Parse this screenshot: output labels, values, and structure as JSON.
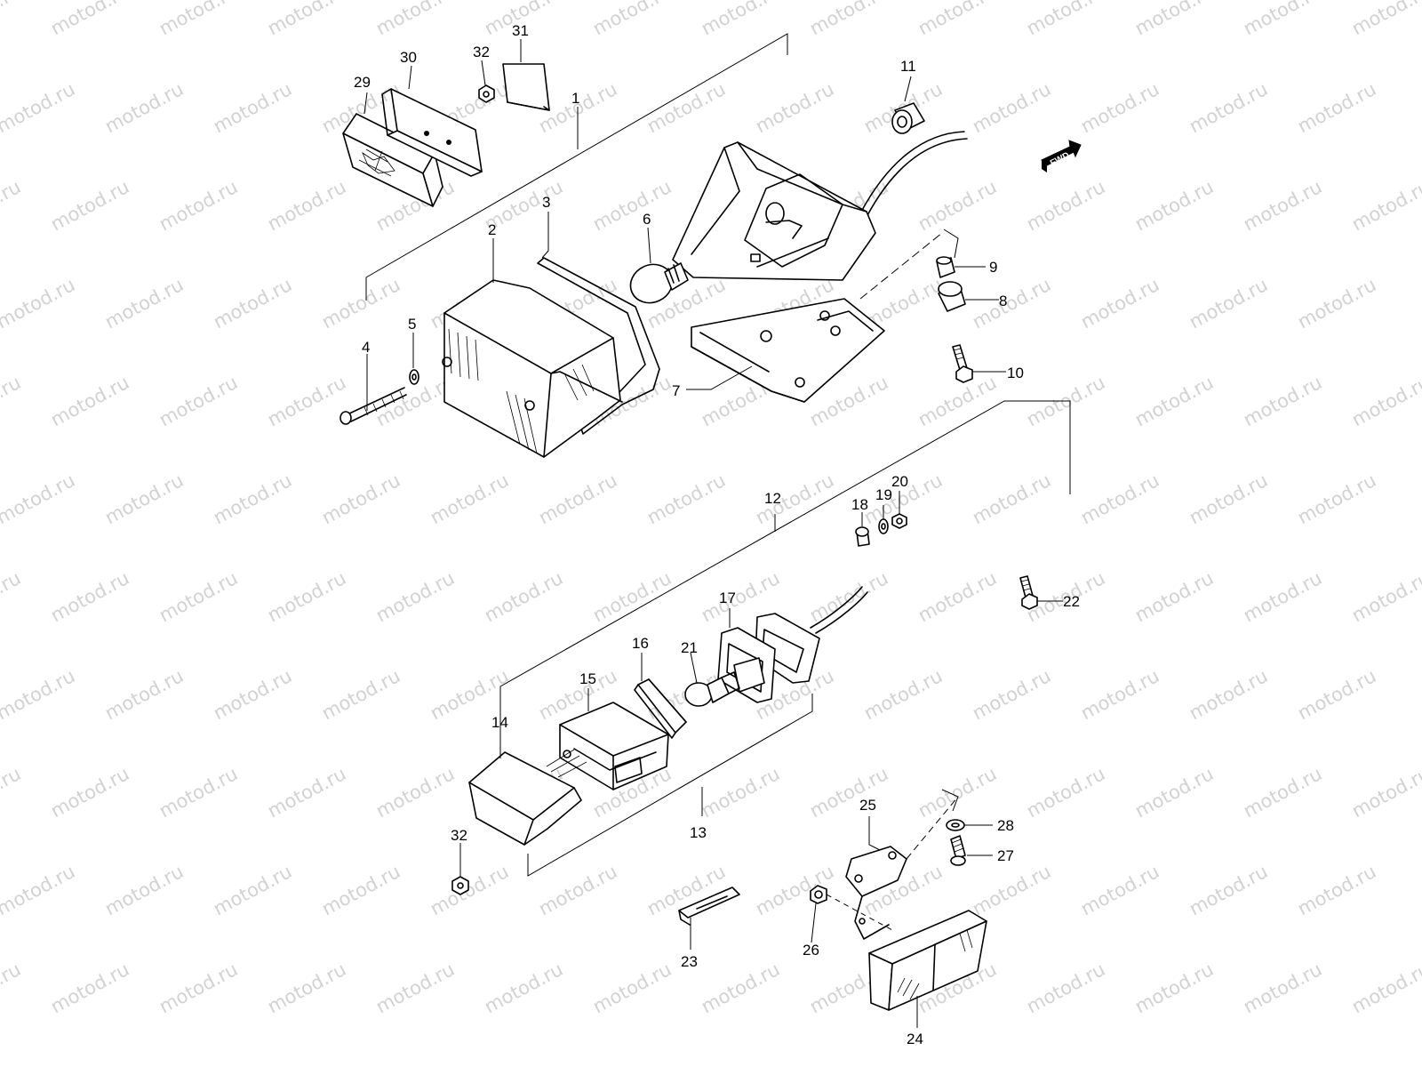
{
  "watermark": "motod.ru",
  "fwd_label": "FWD",
  "callouts": [
    {
      "id": "c1",
      "label": "1"
    },
    {
      "id": "c2",
      "label": "2"
    },
    {
      "id": "c3",
      "label": "3"
    },
    {
      "id": "c4",
      "label": "4"
    },
    {
      "id": "c5",
      "label": "5"
    },
    {
      "id": "c6",
      "label": "6"
    },
    {
      "id": "c7",
      "label": "7"
    },
    {
      "id": "c8",
      "label": "8"
    },
    {
      "id": "c9",
      "label": "9"
    },
    {
      "id": "c10",
      "label": "10"
    },
    {
      "id": "c11",
      "label": "11"
    },
    {
      "id": "c12",
      "label": "12"
    },
    {
      "id": "c13",
      "label": "13"
    },
    {
      "id": "c14",
      "label": "14"
    },
    {
      "id": "c15",
      "label": "15"
    },
    {
      "id": "c16",
      "label": "16"
    },
    {
      "id": "c17",
      "label": "17"
    },
    {
      "id": "c18",
      "label": "18"
    },
    {
      "id": "c19",
      "label": "19"
    },
    {
      "id": "c20",
      "label": "20"
    },
    {
      "id": "c21",
      "label": "21"
    },
    {
      "id": "c22",
      "label": "22"
    },
    {
      "id": "c23",
      "label": "23"
    },
    {
      "id": "c24",
      "label": "24"
    },
    {
      "id": "c25",
      "label": "25"
    },
    {
      "id": "c26",
      "label": "26"
    },
    {
      "id": "c27",
      "label": "27"
    },
    {
      "id": "c28",
      "label": "28"
    },
    {
      "id": "c29",
      "label": "29"
    },
    {
      "id": "c30",
      "label": "30"
    },
    {
      "id": "c31",
      "label": "31"
    },
    {
      "id": "c32a",
      "label": "32"
    },
    {
      "id": "c32b",
      "label": "32"
    }
  ]
}
